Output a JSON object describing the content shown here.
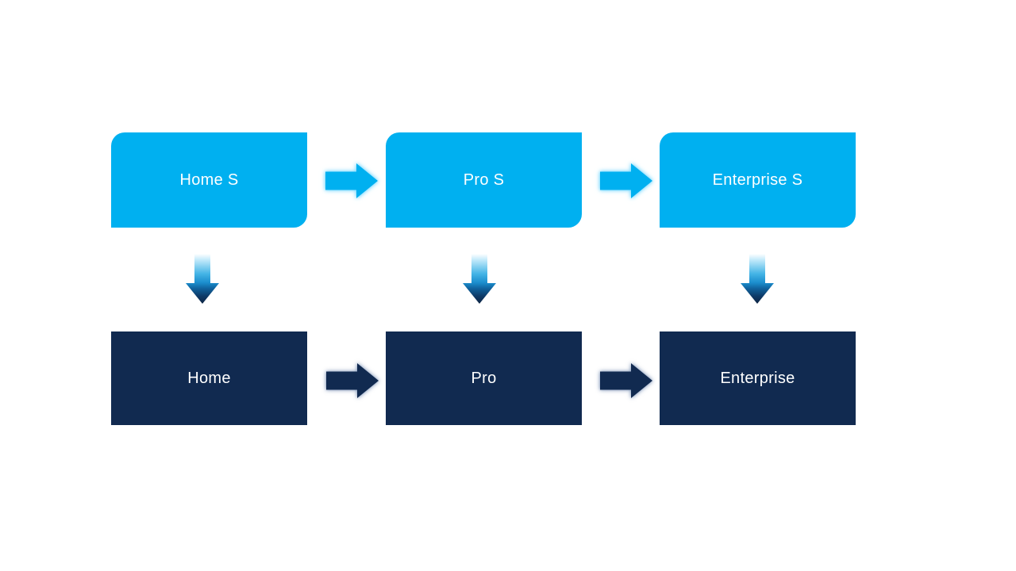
{
  "slide": {
    "background": "#ffffff"
  },
  "diagram": {
    "type": "upgrade-flow-process",
    "colors": {
      "top_box_fill": "#00b0f0",
      "bottom_box_fill": "#112a50",
      "label_color": "#ffffff",
      "top_arrow_fill": "#00b0f0",
      "top_arrow_glow": "#6ed6ff",
      "bottom_arrow_fill": "#112a50",
      "bottom_arrow_glow": "#4b699b",
      "down_arrow_gradient_top": "#ffffff",
      "down_arrow_gradient_mid": "#2b9fd9",
      "down_arrow_gradient_bottom": "#0d2342"
    },
    "columns": [
      {
        "top_label": "Home S",
        "bottom_label": "Home"
      },
      {
        "top_label": "Pro S",
        "bottom_label": "Pro"
      },
      {
        "top_label": "Enterprise S",
        "bottom_label": "Enterprise"
      }
    ],
    "icons": {
      "right_arrow": "block-arrow-right-icon",
      "down_arrow": "block-arrow-down-icon"
    }
  }
}
